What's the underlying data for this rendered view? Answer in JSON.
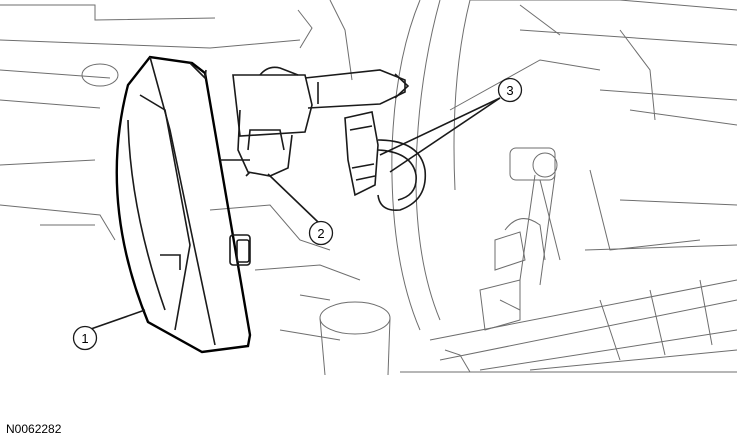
{
  "callouts": [
    {
      "number": "1"
    },
    {
      "number": "2"
    },
    {
      "number": "3"
    }
  ],
  "figure_id": "N0062282",
  "colors": {
    "line": "#1a1a1a",
    "background": "#ffffff"
  }
}
